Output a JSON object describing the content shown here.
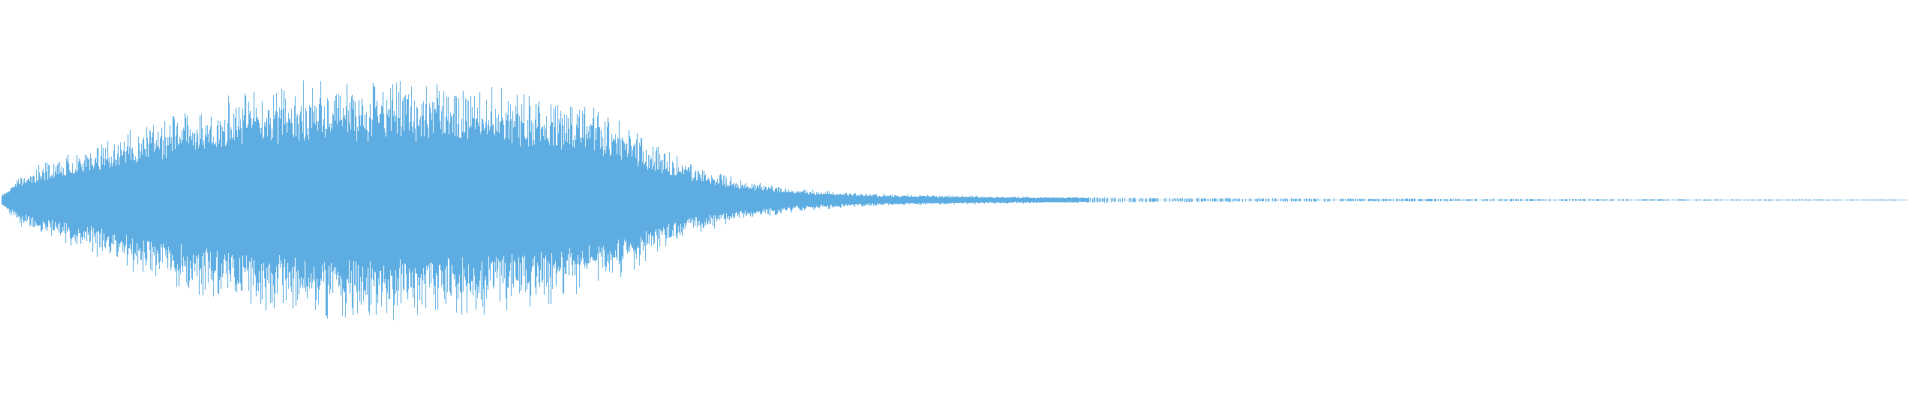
{
  "waveform": {
    "color": "#5dade2",
    "background": "#ffffff",
    "baseline_visible": true,
    "envelope": [
      {
        "t": 0.0,
        "amp": 0.04
      },
      {
        "t": 0.01,
        "amp": 0.18
      },
      {
        "t": 0.03,
        "amp": 0.28
      },
      {
        "t": 0.06,
        "amp": 0.42
      },
      {
        "t": 0.085,
        "amp": 0.55
      },
      {
        "t": 0.12,
        "amp": 0.68
      },
      {
        "t": 0.16,
        "amp": 0.78
      },
      {
        "t": 0.2,
        "amp": 0.79
      },
      {
        "t": 0.24,
        "amp": 0.76
      },
      {
        "t": 0.28,
        "amp": 0.7
      },
      {
        "t": 0.31,
        "amp": 0.6
      },
      {
        "t": 0.33,
        "amp": 0.48
      },
      {
        "t": 0.345,
        "amp": 0.34
      },
      {
        "t": 0.365,
        "amp": 0.22
      },
      {
        "t": 0.39,
        "amp": 0.13
      },
      {
        "t": 0.42,
        "amp": 0.07
      },
      {
        "t": 0.46,
        "amp": 0.04
      },
      {
        "t": 0.52,
        "amp": 0.025
      },
      {
        "t": 0.62,
        "amp": 0.015
      },
      {
        "t": 0.75,
        "amp": 0.01
      },
      {
        "t": 0.9,
        "amp": 0.006
      },
      {
        "t": 1.0,
        "amp": 0.004
      }
    ]
  }
}
